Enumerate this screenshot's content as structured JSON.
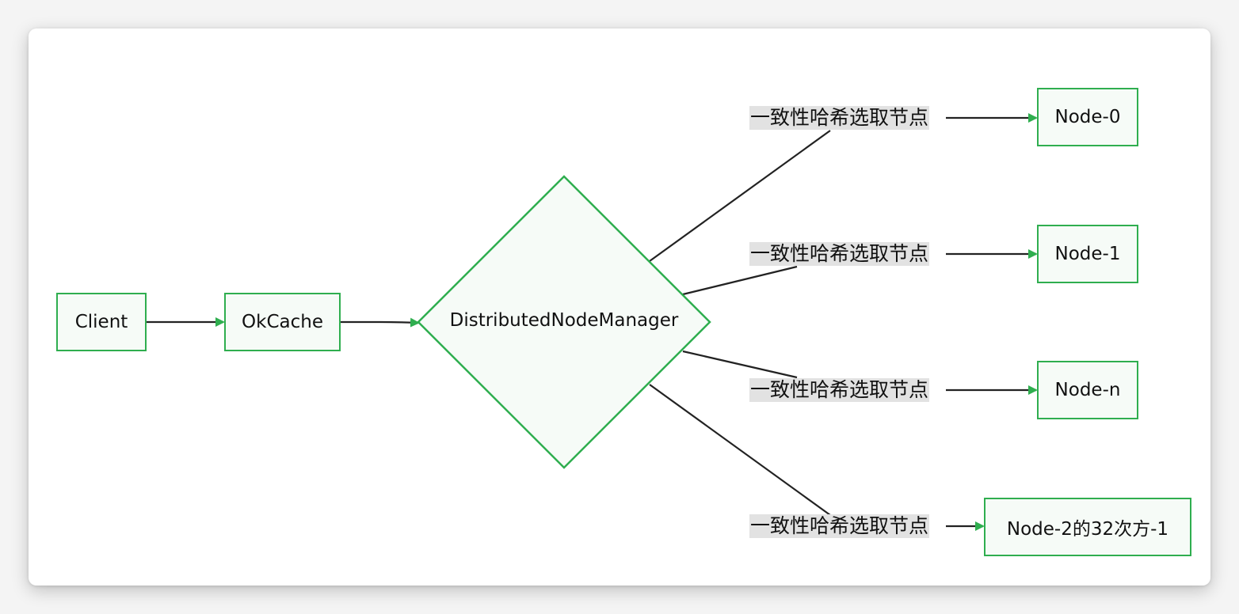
{
  "diagram": {
    "nodes": {
      "client": "Client",
      "okcache": "OkCache",
      "manager": "DistributedNodeManager",
      "node0": "Node-0",
      "node1": "Node-1",
      "noden": "Node-n",
      "nodelast": "Node-2的32次方-1"
    },
    "edge_labels": {
      "to_node0": "一致性哈希选取节点",
      "to_node1": "一致性哈希选取节点",
      "to_noden": "一致性哈希选取节点",
      "to_nodelast": "一致性哈希选取节点"
    },
    "colors": {
      "node_border": "#2fae4f",
      "node_fill": "#f6fbf7",
      "edge": "#222222",
      "arrowhead": "#2fae4f",
      "label_bg": "#e2e2e2"
    }
  }
}
